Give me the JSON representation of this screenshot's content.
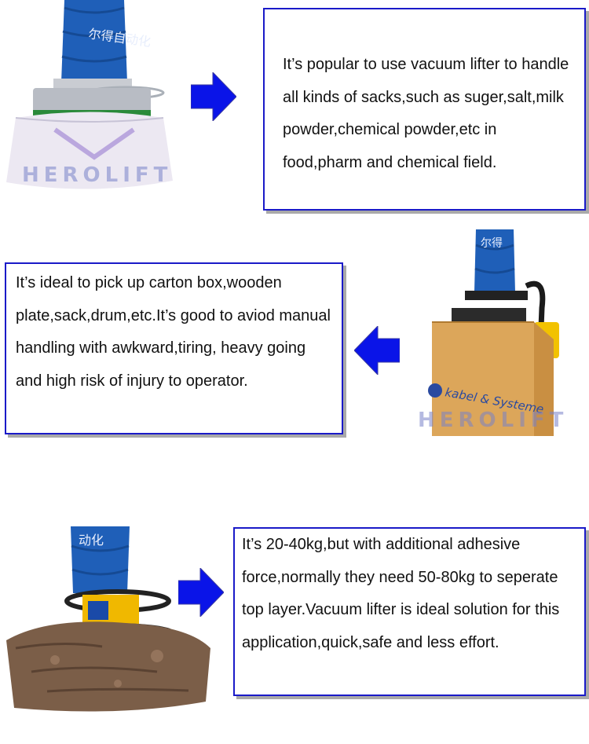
{
  "sections": [
    {
      "text": "It’s popular to use vacuum lifter to handle all kinds of sacks,such as suger,salt,milk powder,chemical powder,etc in food,pharm and chemical field.",
      "image_alt": "vacuum lifter handling sack",
      "arrow_direction": "right",
      "hose_text": "尔得自动化"
    },
    {
      "text": "It’s ideal to pick up carton box,wooden plate,sack,drum,etc.It’s good to aviod manual handling with awkward,tiring, heavy going and high risk of injury to operator.",
      "image_alt": "vacuum lifter handling carton box",
      "arrow_direction": "left",
      "hose_text": "尔得",
      "box_logo": "kabel & Systeme"
    },
    {
      "text": "It’s 20-40kg,but with additional adhesive force,normally they need 50-80kg to seperate top layer.Vacuum lifter is ideal solution for this application,quick,safe and less effort.",
      "image_alt": "vacuum lifter handling stone block",
      "arrow_direction": "right",
      "hose_text": "动化"
    }
  ],
  "watermark": "HEROLIFT",
  "colors": {
    "border": "#1a1ac8",
    "arrow": "#0a14e8",
    "hose": "#1f5fb8",
    "shadow": "#a9a9a9"
  }
}
